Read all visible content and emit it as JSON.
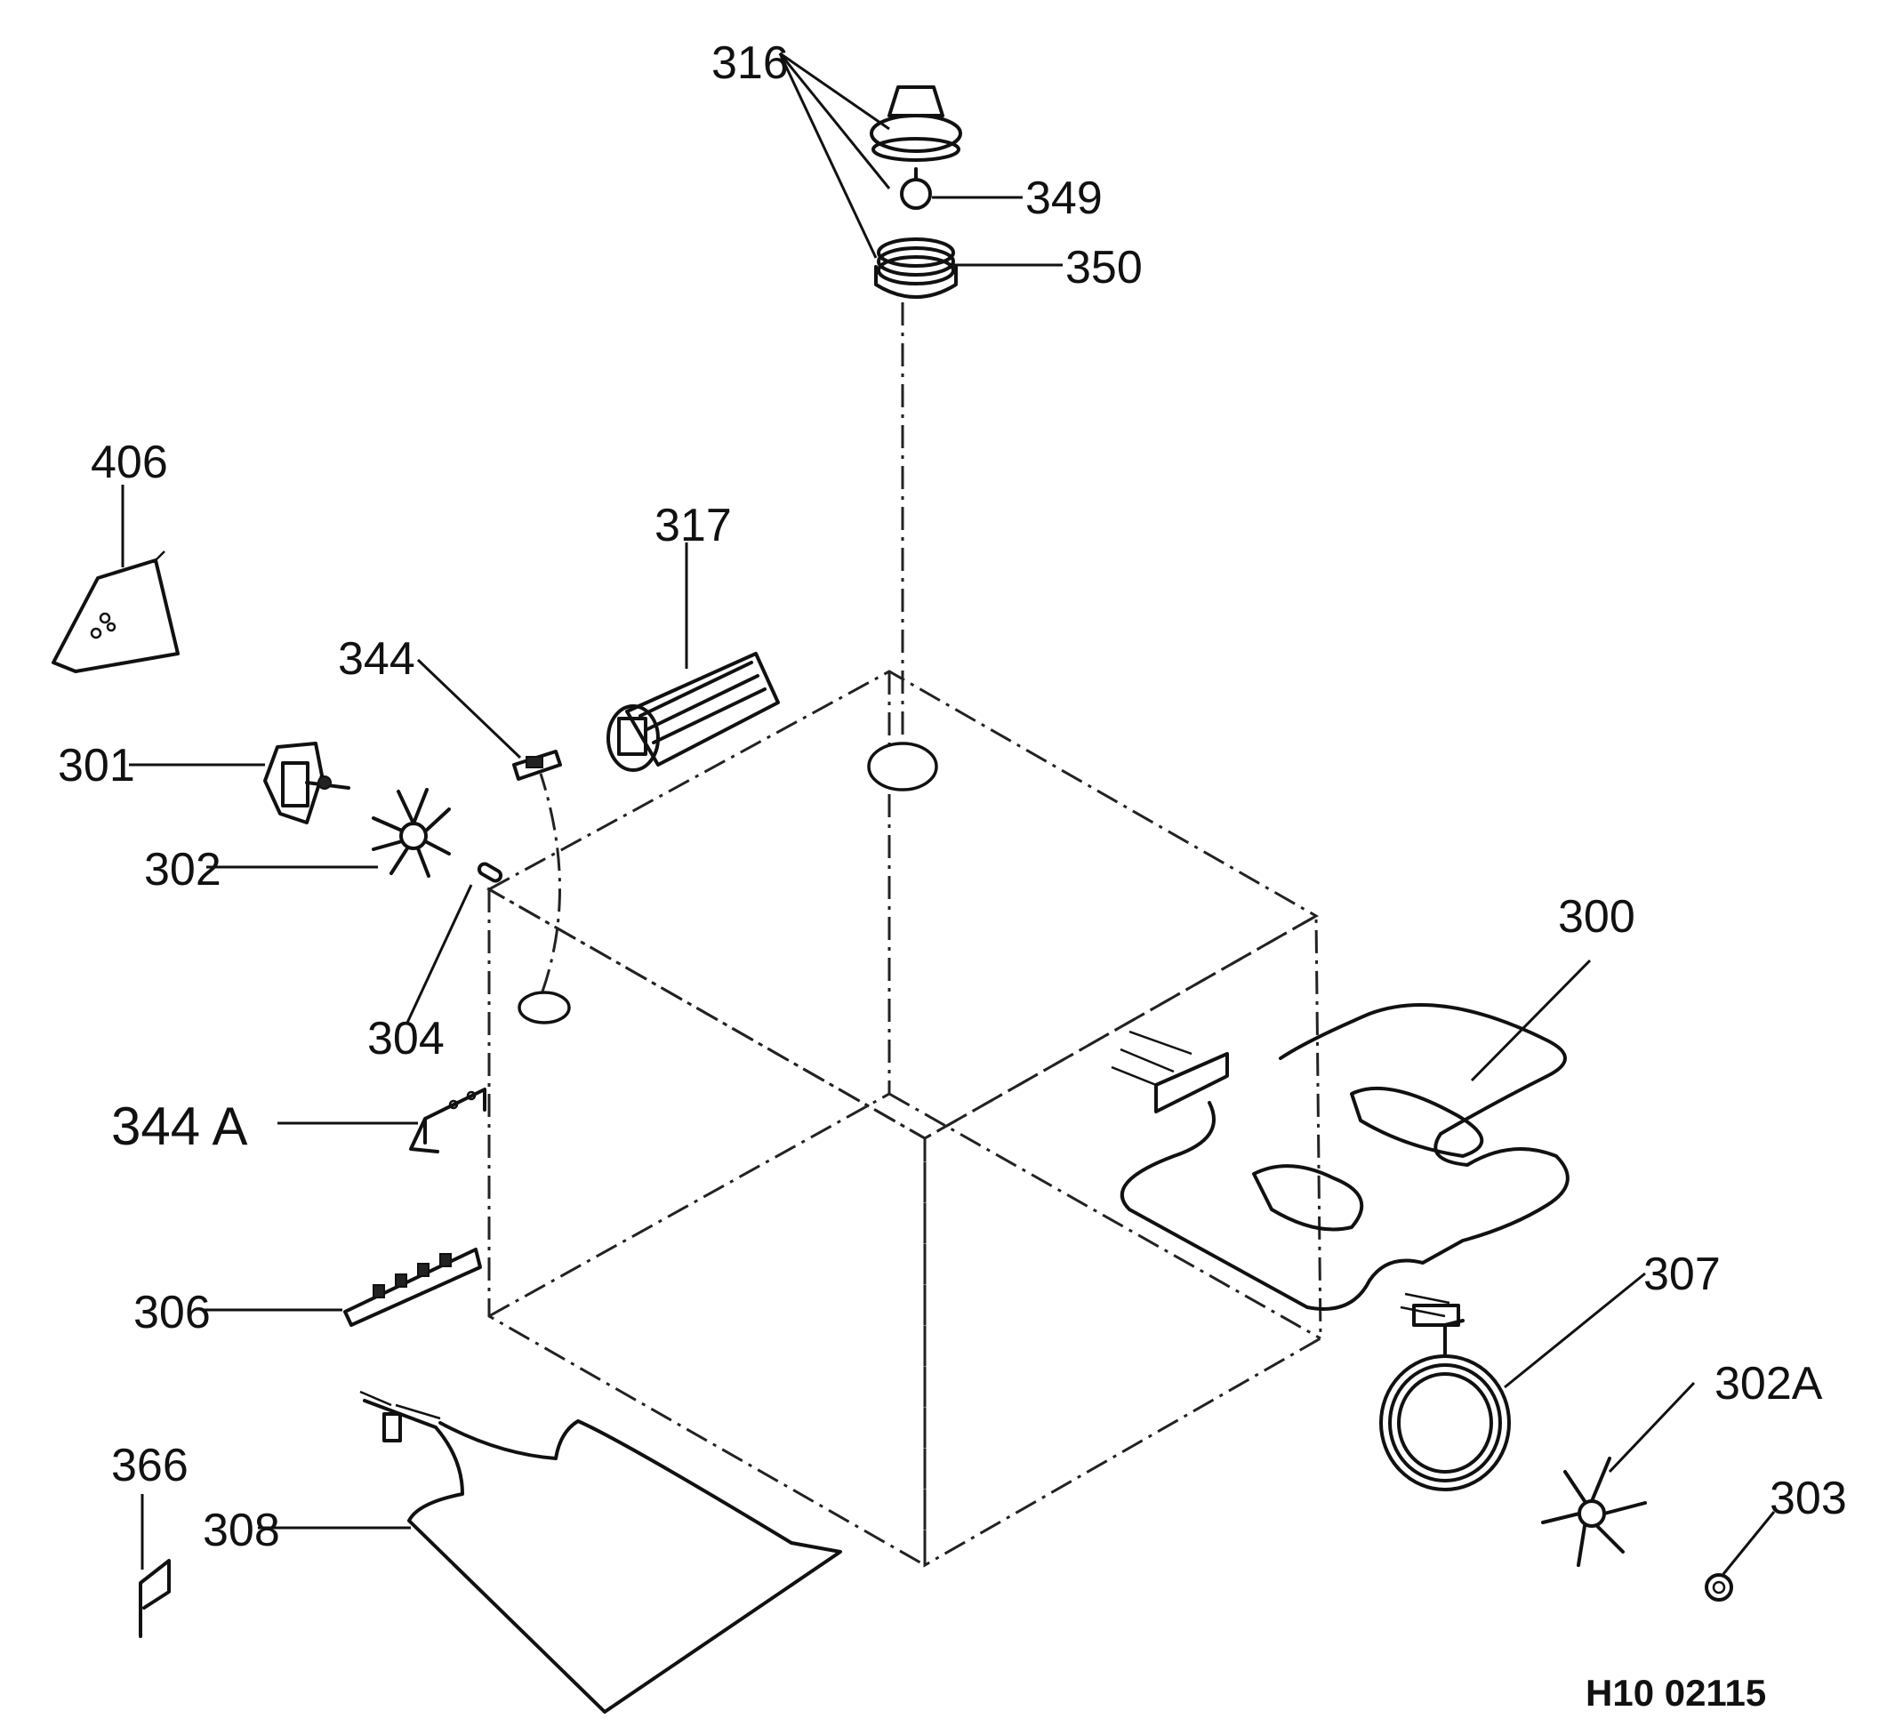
{
  "drawing_code": "H10 02115",
  "labels": {
    "p300": "300",
    "p301": "301",
    "p302": "302",
    "p302a": "302A",
    "p303": "303",
    "p304": "304",
    "p306": "306",
    "p307": "307",
    "p308": "308",
    "p316": "316",
    "p317": "317",
    "p344": "344",
    "p344a": "344 A",
    "p349": "349",
    "p350": "350",
    "p366": "366",
    "p406": "406"
  }
}
